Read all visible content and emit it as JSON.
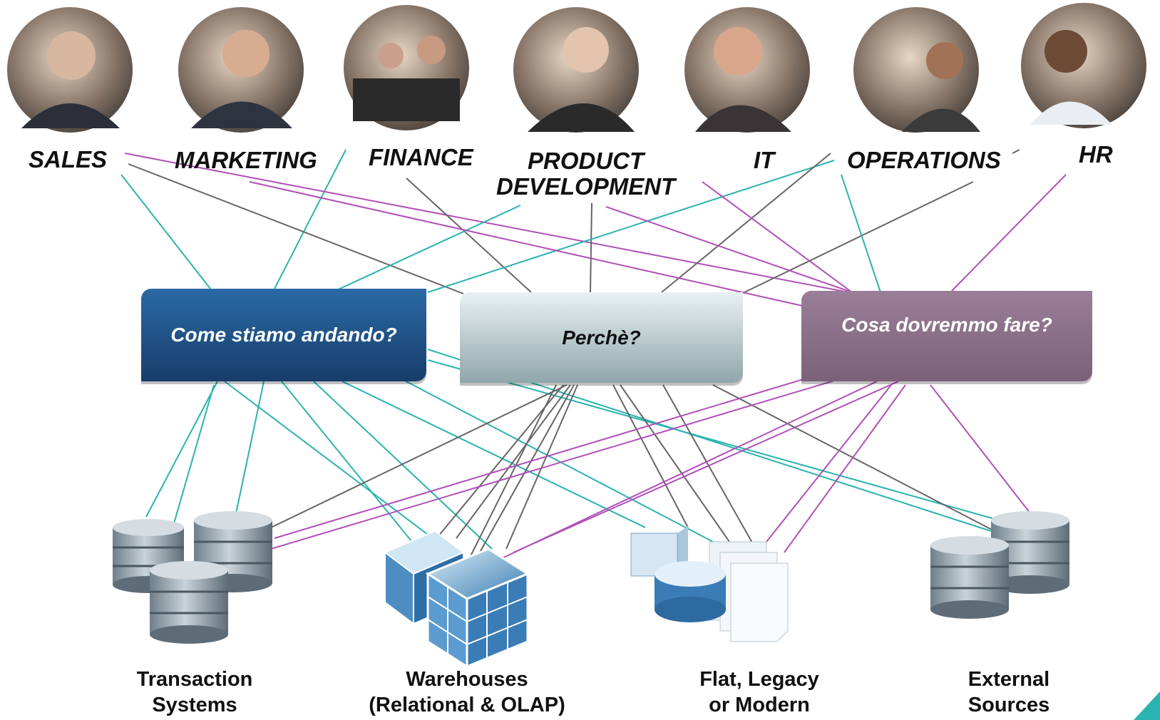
{
  "departments": [
    {
      "label": "SALES"
    },
    {
      "label": "MARKETING"
    },
    {
      "label": "FINANCE"
    },
    {
      "label": "PRODUCT DEVELOPMENT",
      "line1": "PRODUCT",
      "line2": "DEVELOPMENT"
    },
    {
      "label": "IT"
    },
    {
      "label": "OPERATIONS"
    },
    {
      "label": "HR"
    }
  ],
  "questions": [
    {
      "label": "Come stiamo andando?",
      "color": "#1e4f86"
    },
    {
      "label": "Perchè?",
      "color": "#a3b9be"
    },
    {
      "label": "Cosa dovremmo fare?",
      "color": "#8a7089"
    }
  ],
  "sources": [
    {
      "line1": "Transaction",
      "line2": "Systems"
    },
    {
      "line1": "Warehouses",
      "line2": "(Relational & OLAP)"
    },
    {
      "line1": "Flat, Legacy",
      "line2": "or Modern"
    },
    {
      "line1": "External",
      "line2": "Sources"
    }
  ],
  "colors": {
    "teal": "#2ab3b0",
    "gray": "#666666",
    "purple": "#b050b8"
  },
  "icons": [
    "person-photo",
    "database-icon",
    "olap-cube-icon",
    "document-icon"
  ]
}
